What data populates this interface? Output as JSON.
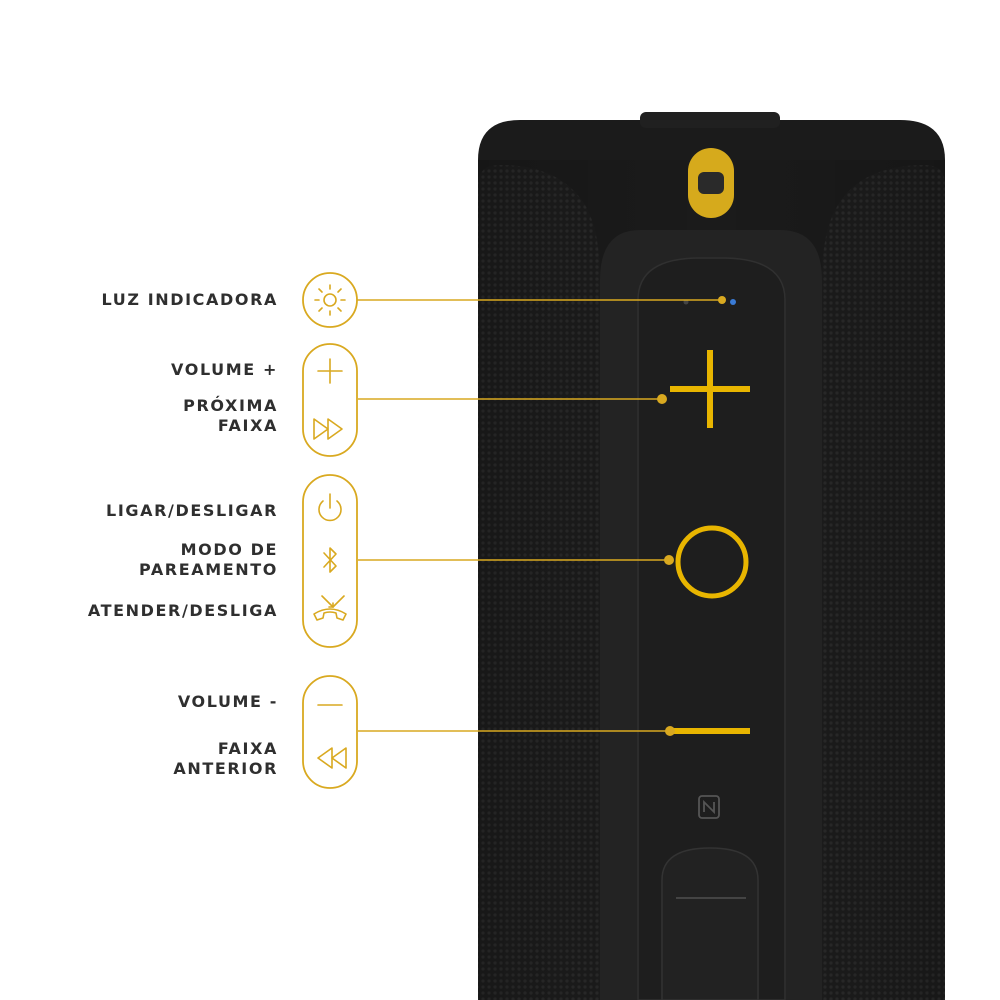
{
  "colors": {
    "accent": "#e8b500",
    "icon_stroke": "#d9a920",
    "speaker_body": "#1c1c1c",
    "label_text": "#2f2f2f"
  },
  "labels": {
    "indicator_light": "LUZ INDICADORA",
    "volume_up": "VOLUME +",
    "next_track": "PRÓXIMA\nFAIXA",
    "power": "LIGAR/DESLIGAR",
    "pairing": "MODO DE\nPAREAMENTO",
    "call": "ATENDER/DESLIGA",
    "volume_down": "VOLUME -",
    "previous_track": "FAIXA\nANTERIOR"
  },
  "icons": {
    "indicator": "light-icon",
    "plus": "plus-icon",
    "forward": "fast-forward-icon",
    "power": "power-icon",
    "bluetooth": "bluetooth-icon",
    "phone": "phone-icon",
    "minus": "minus-icon",
    "rewind": "rewind-icon",
    "nfc": "nfc-icon"
  }
}
